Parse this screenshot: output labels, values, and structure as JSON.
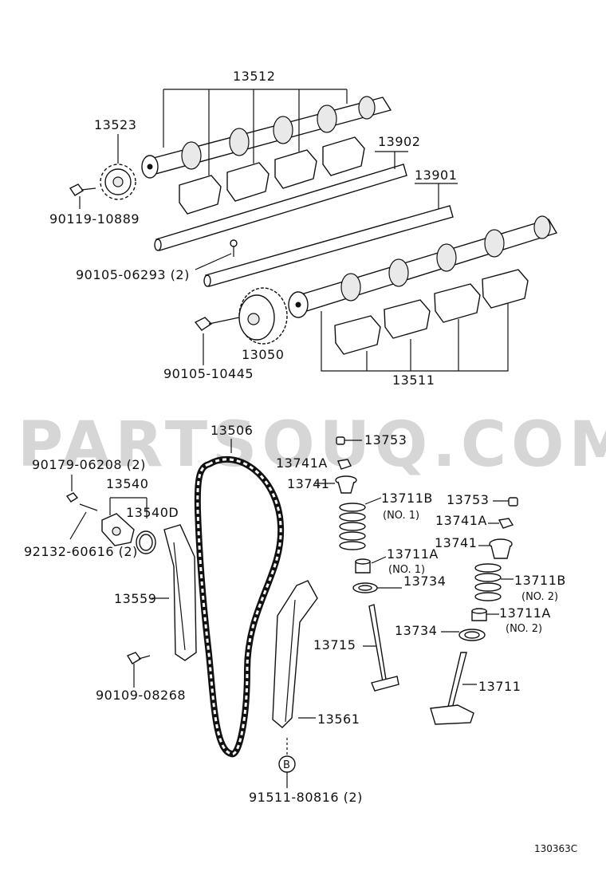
{
  "watermark": "PARTSOUQ.COM",
  "diagram_id": "130363C",
  "callouts": {
    "camshaft_intake": "13512",
    "sprocket": "13523",
    "bolt_sprocket": "90119-10889",
    "rocker_shaft_1": "13902",
    "rocker_shaft_2": "13901",
    "screw_shaft": "90105-06293 (2)",
    "vvt_gear": "13050",
    "bolt_vvt": "90105-10445",
    "camshaft_exhaust": "13511",
    "chain": "13506",
    "bolt_tensioner": "90179-06208 (2)",
    "tensioner": "13540",
    "tensioner_gasket": "13540D",
    "stud": "92132-60616 (2)",
    "slipper": "13559",
    "bolt_slipper": "90109-08268",
    "damper": "13561",
    "plug_bolt": "91511-80816 (2)",
    "plug_symbol": "B",
    "shim_top": "13753",
    "lock_top": "13741A",
    "retainer_top": "13741",
    "spring_b_top": "13711B",
    "spring_b_top_note": "(NO. 1)",
    "seat_a_top": "13711A",
    "seat_a_top_note": "(NO. 1)",
    "seal_top": "13734",
    "valve_intake": "13715",
    "shim_right": "13753",
    "lock_right": "13741A",
    "retainer_right": "13741",
    "spring_b_right": "13711B",
    "spring_b_right_note": "(NO. 2)",
    "seat_a_right": "13711A",
    "seat_a_right_note": "(NO. 2)",
    "seal_right": "13734",
    "valve_exhaust": "13711"
  }
}
